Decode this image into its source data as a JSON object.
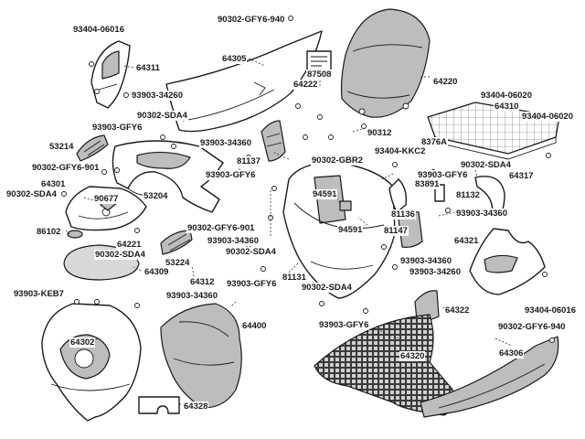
{
  "labels": {
    "l01": "90302-GFY6-940",
    "l02": "93404-06016",
    "l03": "64311",
    "l04": "64305",
    "l05": "87508",
    "l06": "64222",
    "l07": "64220",
    "l08": "93903-34260",
    "l09": "93404-06020",
    "l10": "64310",
    "l11": "93404-06020",
    "l12": "90302-SDA4",
    "l13": "93903-GFY6",
    "l14": "93903-34360",
    "l15": "90312",
    "l16": "53214",
    "l17": "8376A",
    "l18": "93404-KKC2",
    "l19": "81137",
    "l20": "90302-GBR2",
    "l21": "90302-SDA4",
    "l22": "90302-GFY6-901",
    "l23": "93903-GFY6",
    "l24": "93903-GFY6",
    "l25": "64317",
    "l26": "64301",
    "l27": "53204",
    "l28": "83891",
    "l29": "81132",
    "l30": "90302-SDA4",
    "l31": "94591",
    "l32": "90677",
    "l33": "81136",
    "l34": "93903-34360",
    "l35": "90302-GFY6-901",
    "l36": "94591",
    "l37": "81147",
    "l38": "86102",
    "l39": "64221",
    "l40": "93903-34360",
    "l41": "64321",
    "l42": "90302-SDA4",
    "l43": "53224",
    "l44": "90302-SDA4",
    "l45": "93903-34360",
    "l46": "93903-34260",
    "l47": "64309",
    "l48": "64312",
    "l49": "81131",
    "l50": "93903-GFY6",
    "l51": "90302-SDA4",
    "l52": "93903-KEB7",
    "l53": "93903-34360",
    "l54": "64322",
    "l55": "93404-06016",
    "l56": "64400",
    "l57": "93903-GFY6",
    "l58": "90302-GFY6-940",
    "l59": "64302",
    "l60": "64320",
    "l61": "64306",
    "l62": "64328"
  }
}
